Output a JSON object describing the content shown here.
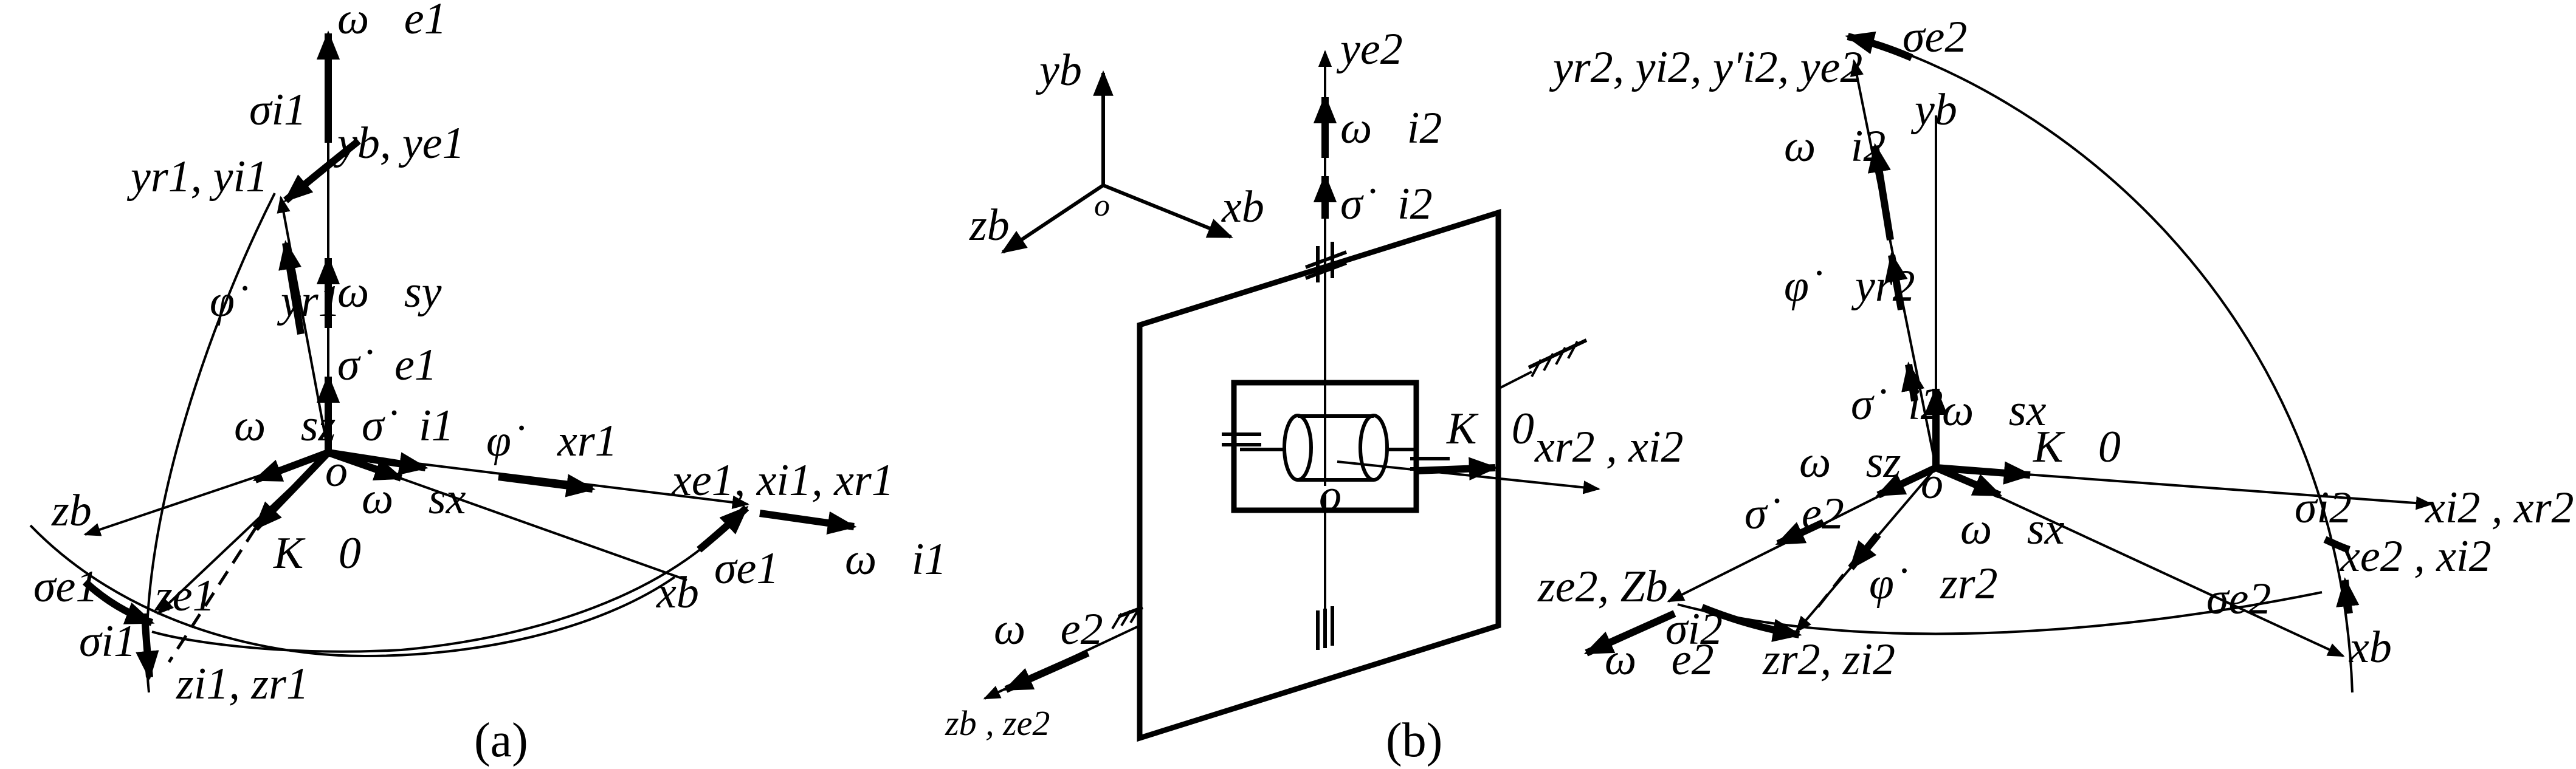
{
  "captions": {
    "a": "(a)",
    "b": "(b)"
  },
  "panel_a": {
    "omega_e1": "ω⃗e1",
    "sigma_i1_top": "σi1",
    "yr1_yi1": "yr1, yi1",
    "yb_ye1": "yb, ye1",
    "phi_yr1": "φ̇⃗ yr1",
    "omega_sy": "ω⃗sy",
    "sigma_dot_e1": "σ̇⃗e1",
    "omega_sz": "ω⃗sz",
    "sigma_dot_i1": "σ̇⃗i1",
    "phi_xr1": "φ̇⃗ xr1",
    "xe1_xi1_xr1": "xe1, xi1, xr1",
    "origin": "o",
    "omega_sx": "ω⃗sx",
    "zb": "zb",
    "K0": "K⃗0",
    "sigma_e1_left": "σe1",
    "ze1": "ze1",
    "xb": "xb",
    "sigma_e1_right": "σe1",
    "omega_i1": "ω⃗i1",
    "sigma_i1_bottom": "σi1",
    "zi1_zr1": "zi1, zr1"
  },
  "panel_b": {
    "yb": "yb",
    "origin_small": "o",
    "xb": "xb",
    "zb": "zb",
    "ye2": "ye2",
    "omega_i2": "ω⃗i2",
    "sigma_dot_i2": "σ̇⃗i2",
    "K0": "K⃗0",
    "xr2_xi2": "xr2 , xi2",
    "origin": "o",
    "omega_e2": "ω⃗e2",
    "zb_ze2": "zb , ze2"
  },
  "panel_c": {
    "yr2_yi2_ye2": "yr2, yi2, y′i2, ye2",
    "sigma_e2_top": "σe2",
    "yb": "yb",
    "omega_i2": "ω⃗i2",
    "phi_yr2": "φ̇⃗ yr2",
    "sigma_dot_i2": "σ̇⃗i2",
    "omega_sx_top": "ω⃗sx",
    "K0": "K⃗0",
    "omega_sz": "ω⃗sz",
    "origin": "o",
    "sigma_i2_right": "σi2",
    "xi2_xr2": "xi2 , xr2",
    "sigma_dot_e2": "σ̇⃗e2",
    "omega_sx_bottom": "ω⃗sx",
    "phi_zr2": "φ̇⃗ zr2",
    "xe2_xi2": "xe2 , xi2",
    "ze2_zb": "ze2, Zb",
    "sigma_i2_bottom": "σi2",
    "sigma_e2_right": "σe2",
    "omega_e2": "ω⃗e2",
    "zr2_zi2": "zr2, zi2",
    "xb": "xb"
  }
}
